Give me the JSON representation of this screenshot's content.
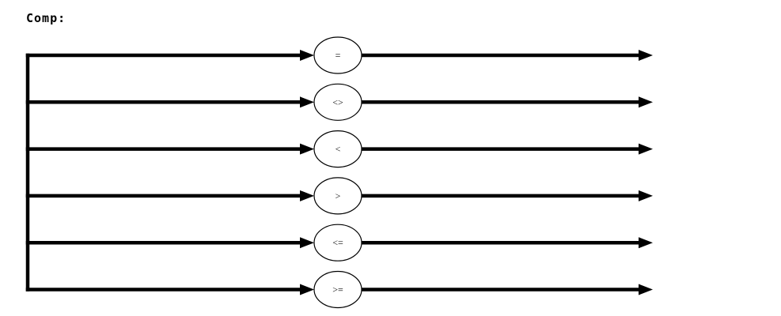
{
  "title": "Comp:",
  "diagram": {
    "type": "railroad",
    "description": "Comparison operator alternatives, each branch flows left to right through an operator node",
    "operators": [
      "=",
      "<>",
      "<",
      ">",
      "<=",
      ">="
    ],
    "line_color": "#000000",
    "node_fill": "#ffffff",
    "node_stroke": "#000000",
    "background": "#ffffff"
  }
}
